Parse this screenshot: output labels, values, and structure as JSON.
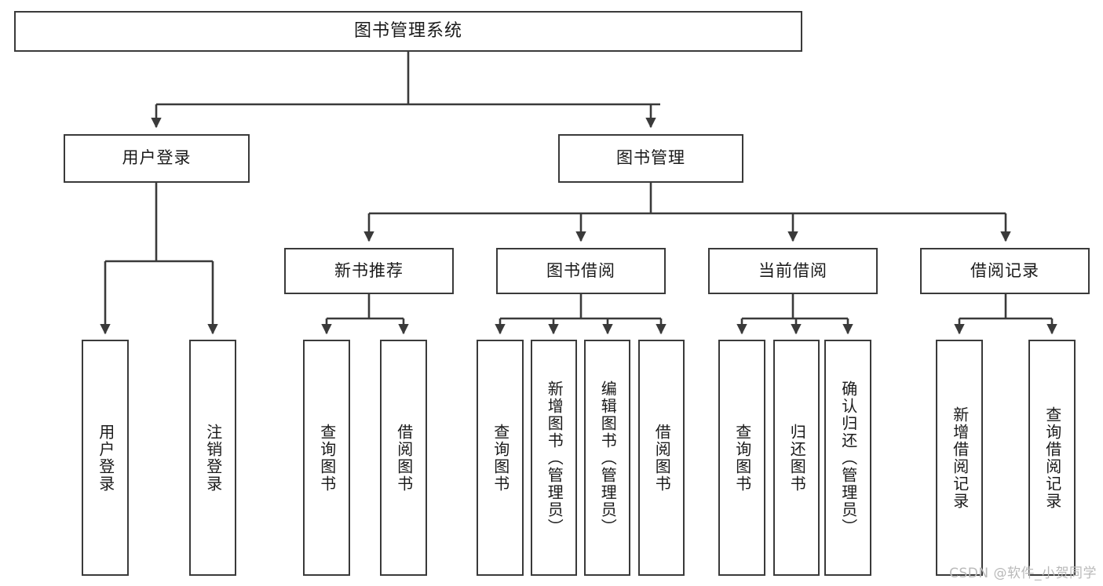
{
  "diagram": {
    "title": "图书管理系统",
    "type": "hierarchy-tree",
    "watermark": "CSDN @软件_小贺同学",
    "colors": {
      "box_border": "#3a3a3a",
      "box_fill": "#ffffff",
      "line": "#3a3a3a",
      "text": "#1a1a1a",
      "watermark": "#b9b9b9"
    },
    "levels": {
      "root": {
        "label": "图书管理系统"
      },
      "level2": [
        {
          "label": "用户登录"
        },
        {
          "label": "图书管理"
        }
      ],
      "level3": [
        {
          "label": "新书推荐"
        },
        {
          "label": "图书借阅"
        },
        {
          "label": "当前借阅"
        },
        {
          "label": "借阅记录"
        }
      ],
      "leaves": {
        "user_login": [
          {
            "label": "用户登录"
          },
          {
            "label": "注销登录"
          }
        ],
        "new_book": [
          {
            "label": "查询图书"
          },
          {
            "label": "借阅图书"
          }
        ],
        "book_borrow": [
          {
            "label": "查询图书"
          },
          {
            "label": "新增图书（管理员）"
          },
          {
            "label": "编辑图书（管理员）"
          },
          {
            "label": "借阅图书"
          }
        ],
        "current_borrow": [
          {
            "label": "查询图书"
          },
          {
            "label": "归还图书"
          },
          {
            "label": "确认归还（管理员）"
          }
        ],
        "borrow_record": [
          {
            "label": "新增借阅记录"
          },
          {
            "label": "查询借阅记录"
          }
        ]
      }
    }
  }
}
